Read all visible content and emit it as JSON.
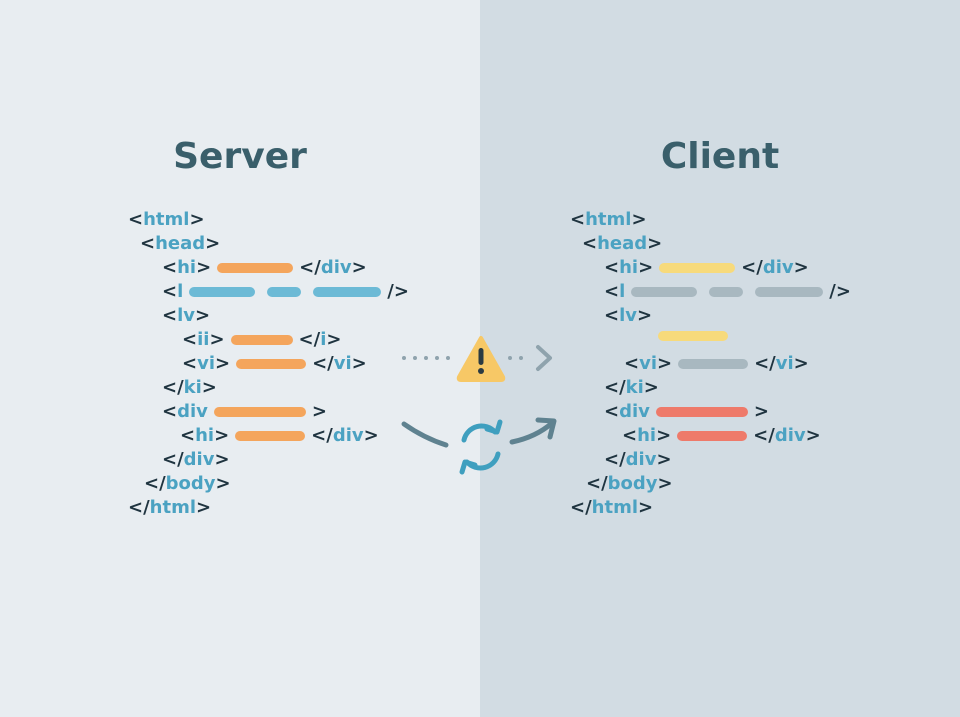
{
  "server": {
    "title": "Server",
    "lines": [
      {
        "left": [
          "<",
          "html",
          ">"
        ],
        "bars": [],
        "right": []
      },
      {
        "left": [
          "<",
          "head",
          ">"
        ],
        "bars": [],
        "right": []
      },
      {
        "left": [
          "<",
          "hi",
          " >"
        ],
        "bars": [
          {
            "w": 76,
            "c": "orange"
          }
        ],
        "right": [
          "</",
          "div",
          ">"
        ]
      },
      {
        "left": [
          "<",
          "l",
          ""
        ],
        "bars": [
          {
            "w": 66,
            "c": "blue"
          },
          {
            "w": 34,
            "c": "blue"
          },
          {
            "w": 68,
            "c": "blue"
          }
        ],
        "right": [
          "",
          "",
          "/>"
        ]
      },
      {
        "left": [
          "<",
          "lv",
          ">"
        ],
        "bars": [],
        "right": []
      },
      {
        "left": [
          "<",
          "ii",
          ">"
        ],
        "bars": [
          {
            "w": 62,
            "c": "orange"
          }
        ],
        "right": [
          "</",
          "i",
          ">"
        ]
      },
      {
        "left": [
          "<",
          "vi",
          ">"
        ],
        "bars": [
          {
            "w": 70,
            "c": "orange"
          }
        ],
        "right": [
          "</",
          "vi",
          ">"
        ]
      },
      {
        "left": [
          "</",
          "ki",
          ">"
        ],
        "bars": [],
        "right": []
      },
      {
        "left": [
          "<",
          "div",
          ""
        ],
        "bars": [
          {
            "w": 92,
            "c": "orange"
          }
        ],
        "right": [
          "",
          "",
          ">"
        ]
      },
      {
        "left": [
          "<",
          "hi",
          ">"
        ],
        "bars": [
          {
            "w": 70,
            "c": "orange"
          }
        ],
        "right": [
          "</",
          "div",
          ">"
        ]
      },
      {
        "left": [
          "</",
          "div",
          ">"
        ],
        "bars": [],
        "right": []
      },
      {
        "left": [
          "</",
          "body",
          ">"
        ],
        "bars": [],
        "right": []
      },
      {
        "left": [
          "</",
          "html",
          ">"
        ],
        "bars": [],
        "right": []
      }
    ]
  },
  "client": {
    "title": "Client",
    "lines": [
      {
        "left": [
          "<",
          "html",
          ">"
        ],
        "bars": [],
        "right": []
      },
      {
        "left": [
          "<",
          "head",
          ">"
        ],
        "bars": [],
        "right": []
      },
      {
        "left": [
          "<",
          "hi",
          " >"
        ],
        "bars": [
          {
            "w": 76,
            "c": "yellow"
          }
        ],
        "right": [
          "</",
          "div",
          ">"
        ]
      },
      {
        "left": [
          "<",
          "l",
          ""
        ],
        "bars": [
          {
            "w": 66,
            "c": "gray"
          },
          {
            "w": 34,
            "c": "gray"
          },
          {
            "w": 68,
            "c": "gray"
          }
        ],
        "right": [
          "",
          "",
          "/>"
        ]
      },
      {
        "left": [
          "<",
          "lv",
          ">"
        ],
        "bars": [],
        "right": []
      },
      {
        "left": [
          "",
          "",
          ""
        ],
        "bars": [],
        "right": []
      },
      {
        "left": [
          "<",
          "vi",
          ">"
        ],
        "bars": [
          {
            "w": 70,
            "c": "gray"
          }
        ],
        "right": [
          "</",
          "vi",
          ">"
        ]
      },
      {
        "left": [
          "</",
          "ki",
          ">"
        ],
        "bars": [],
        "right": []
      },
      {
        "left": [
          "<",
          "div",
          ""
        ],
        "bars": [
          {
            "w": 92,
            "c": "red"
          }
        ],
        "right": [
          "",
          "",
          ">"
        ]
      },
      {
        "left": [
          "<",
          "hi",
          ">"
        ],
        "bars": [
          {
            "w": 70,
            "c": "red"
          }
        ],
        "right": [
          "</",
          "div",
          ">"
        ]
      },
      {
        "left": [
          "</",
          "div",
          ">"
        ],
        "bars": [],
        "right": []
      },
      {
        "left": [
          "</",
          "body",
          ">"
        ],
        "bars": [],
        "right": []
      },
      {
        "left": [
          "</",
          "html",
          ">"
        ],
        "bars": [],
        "right": []
      }
    ]
  },
  "colors": {
    "orange": "#f4a55c",
    "blue": "#6cbad6",
    "yellow": "#f7da7b",
    "gray": "#a8b8c0",
    "red": "#ee7a6a",
    "tag": "#4ba2c2",
    "punct": "#1f3440"
  },
  "icons": {
    "warning": "warning-icon",
    "sync": "sync-icon"
  }
}
